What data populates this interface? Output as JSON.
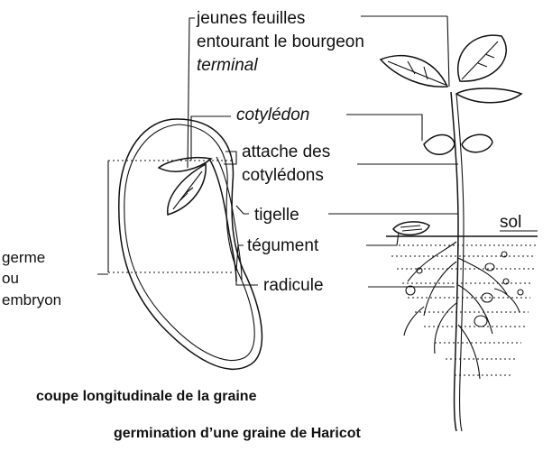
{
  "labels": {
    "jeunes_feuilles": "jeunes feuilles",
    "entourant": "entourant le bourgeon",
    "terminal": "terminal",
    "cotyledon": "cotylédon",
    "attache_1": "attache des",
    "attache_2": "cotylédons",
    "tigelle": "tigelle",
    "sol": "sol",
    "tegument": "tégument",
    "germe": "germe",
    "ou": "ou",
    "embryon": "embryon",
    "radicule": "radicule"
  },
  "captions": {
    "coupe": "coupe longitudinale de la graine",
    "germination": "germination d’une graine de Haricot"
  }
}
